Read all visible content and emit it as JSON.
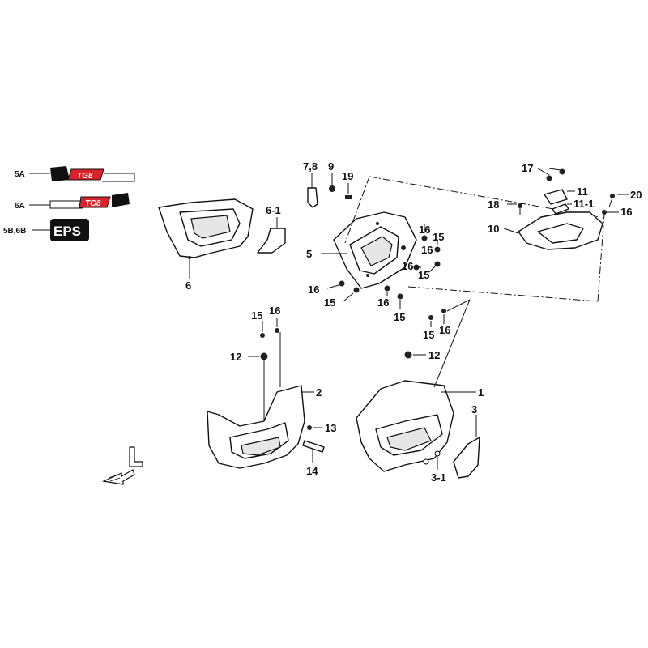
{
  "decals": {
    "d5a": {
      "label": "5A",
      "text": "TG8"
    },
    "d6a": {
      "label": "6A",
      "text": "TG8"
    },
    "d56b": {
      "label": "5B,6B",
      "text": "EPS"
    }
  },
  "callouts": {
    "c1": "1",
    "c2": "2",
    "c3": "3",
    "c3_1": "3-1",
    "c5": "5",
    "c6": "6",
    "c6_1": "6-1",
    "c7_8": "7,8",
    "c9": "9",
    "c10": "10",
    "c11": "11",
    "c11_1": "11-1",
    "c12a": "12",
    "c12b": "12",
    "c13": "13",
    "c14": "14",
    "c15a": "15",
    "c15b": "15",
    "c15c": "15",
    "c15d": "15",
    "c15e": "15",
    "c15f": "15",
    "c16a": "16",
    "c16b": "16",
    "c16c": "16",
    "c16d": "16",
    "c16e": "16",
    "c16f": "16",
    "c16g": "16",
    "c17": "17",
    "c18": "18",
    "c19": "19",
    "c20": "20"
  },
  "colors": {
    "line": "#111111",
    "decal_red": "#d9232a",
    "decal_black": "#111111",
    "background": "#ffffff"
  }
}
